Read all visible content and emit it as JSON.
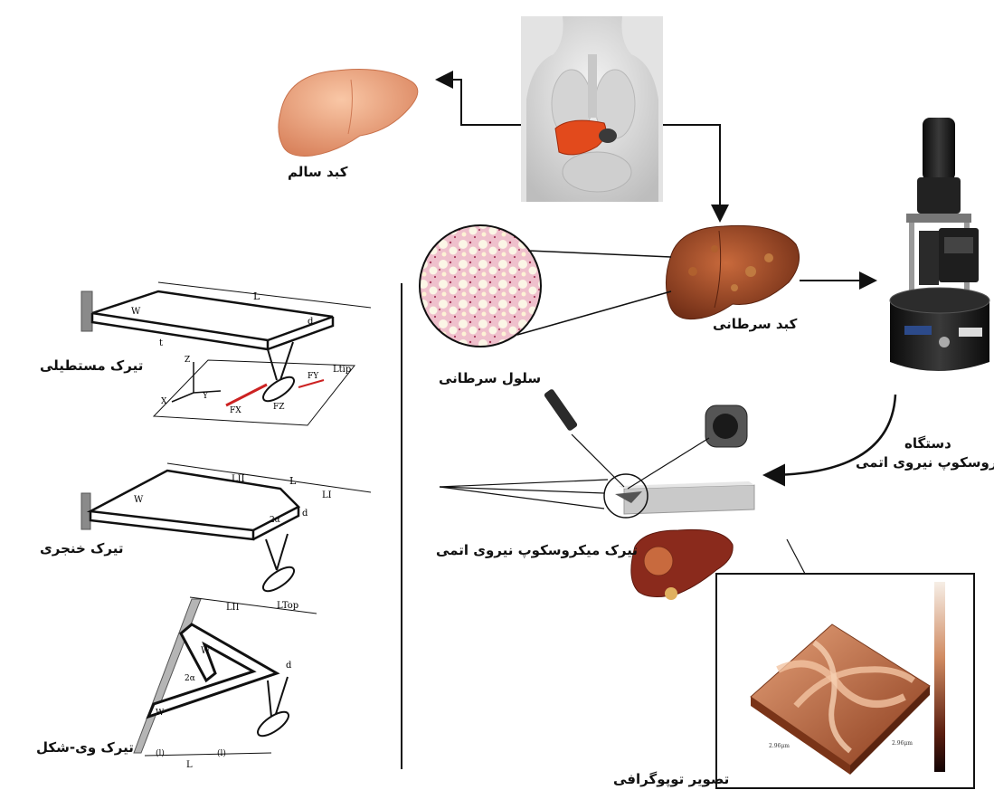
{
  "labels": {
    "healthy_liver": "کبد سالم",
    "cancer_liver": "کبد سرطانی",
    "cancer_cell": "سلول سرطانی",
    "afm_device_line1": "دستگاه",
    "afm_device_line2": "میکروسکوپ نیروی اتمی",
    "afm_cantilever": "تیرک میکروسکوپ نیروی اتمی",
    "topography": "تصویر توپوگرافی",
    "rect_cantilever": "تیرک مستطیلی",
    "dagger_cantilever": "تیرک خنجری",
    "v_cantilever": "تیرک وی-شکل"
  },
  "beam_symbols": {
    "rect": {
      "L": "L",
      "W": "W",
      "t": "t",
      "d": "d",
      "L_tip": "Ltip",
      "Fy": "FY",
      "Fx": "FX",
      "Fz": "FZ",
      "z": "Z",
      "x": "X",
      "y": "Y"
    },
    "dagger": {
      "L": "L",
      "LII": "LII",
      "LI": "LI",
      "W": "W",
      "alpha": "2α",
      "d": "d"
    },
    "v": {
      "L": "L",
      "LII": "LII",
      "LTop": "LTop",
      "W": "W",
      "W2": "W'",
      "alpha": "2α",
      "d": "d",
      "l1": "(l)",
      "l2": "(l)"
    }
  },
  "colors": {
    "liver_healthy": "#e9a07c",
    "liver_cancer": "#9b4a2a",
    "tumor_cell_bg": "#f1c6cf",
    "afm_body": "#1c1c1c",
    "topo_surface": "#c8744a",
    "arrow": "#111111"
  },
  "icons": [
    "body-anatomy-icon",
    "healthy-liver-icon",
    "cancer-liver-icon",
    "cancer-cell-icon",
    "afm-device-icon",
    "afm-cantilever-icon",
    "laser-source-icon",
    "photodetector-icon",
    "liver-tumor-icon",
    "topography-3d-icon",
    "colorbar-icon"
  ]
}
